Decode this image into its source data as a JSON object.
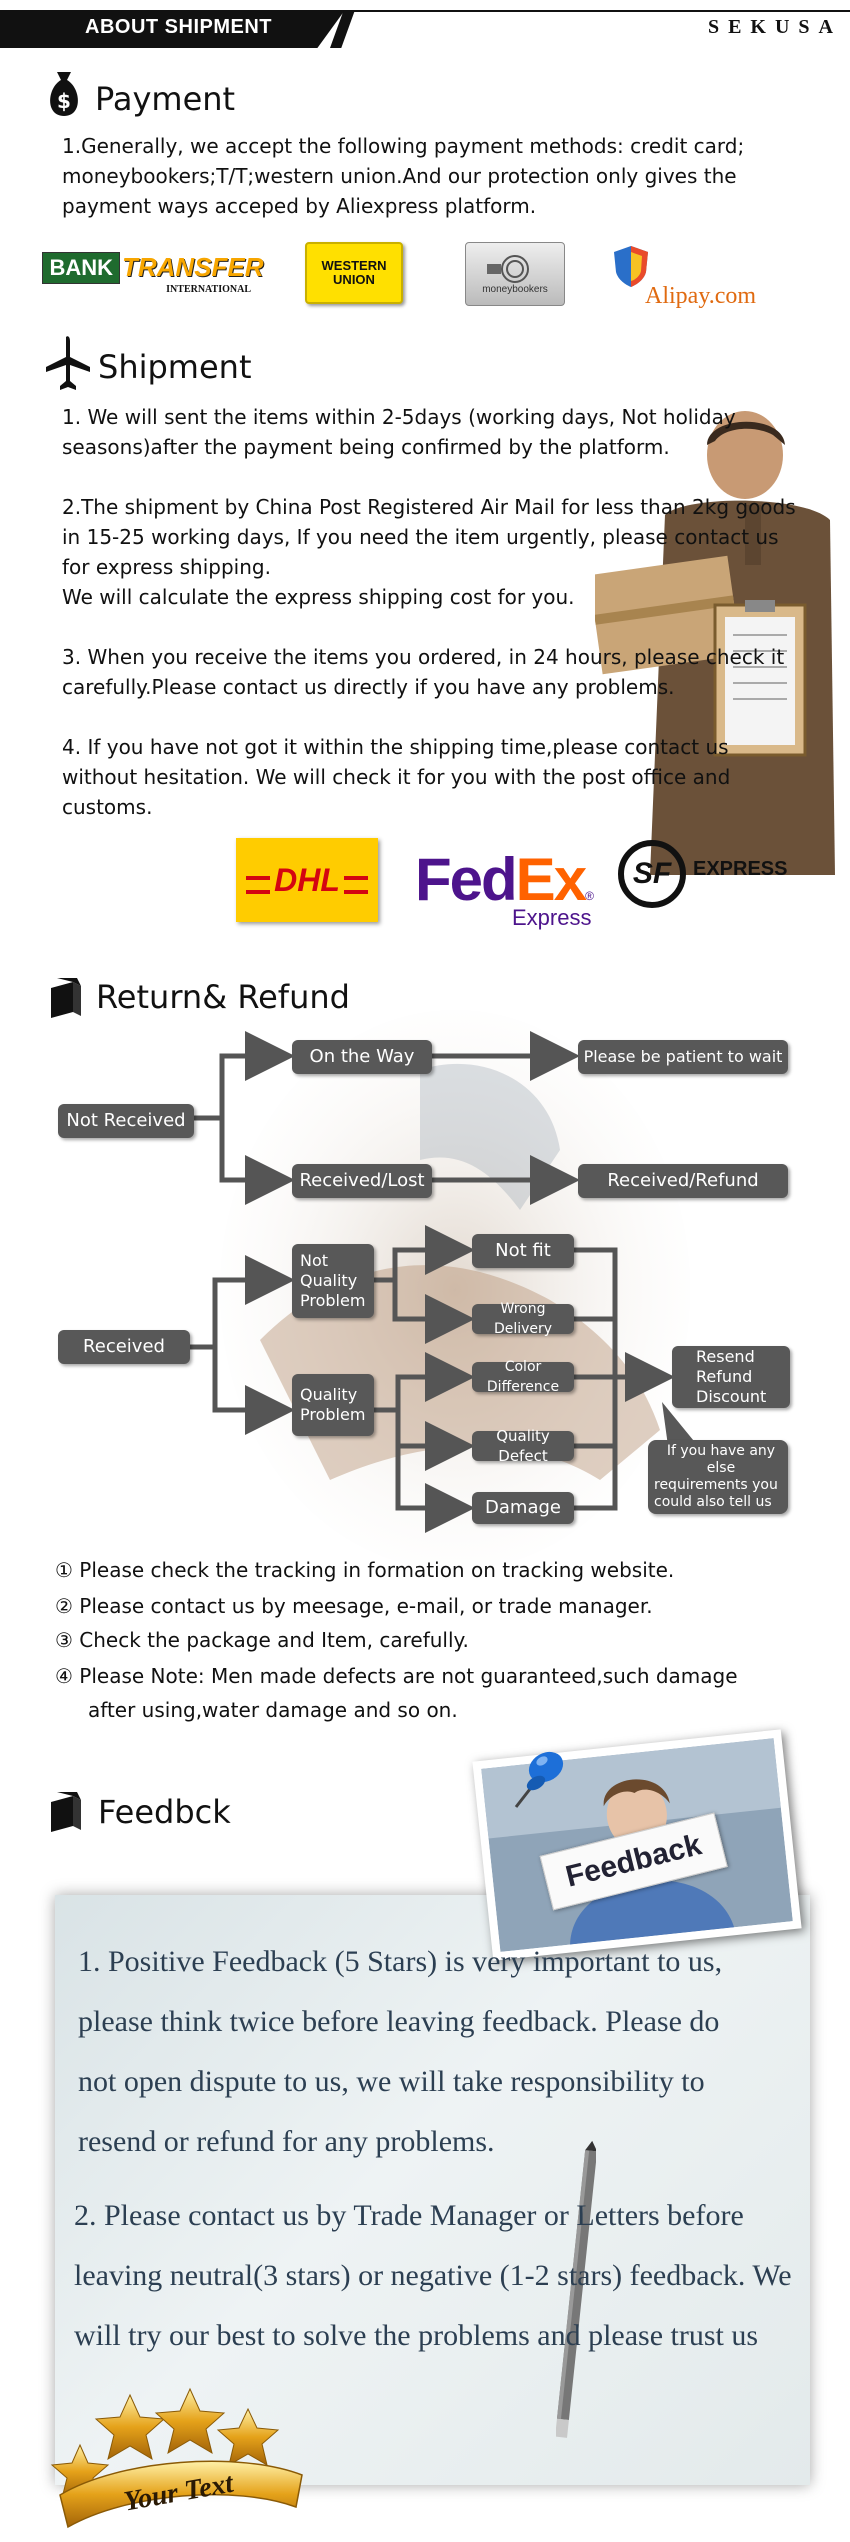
{
  "header": {
    "title": "ABOUT SHIPMENT",
    "brand": "SEKUSA"
  },
  "payment": {
    "title": "Payment",
    "text": "1.Generally, we accept the following payment methods: credit card; moneybookers;T/T;western union.And our protection only gives the payment ways acceped by Aliexpress platform.",
    "logos": {
      "bank": "BANK",
      "bank2": "TRANSFER",
      "bank_sub": "INTERNATIONAL",
      "wu1": "WESTERN",
      "wu2": "UNION",
      "mb": "moneybookers",
      "alipay": "Alipay.com"
    }
  },
  "shipment": {
    "title": "Shipment",
    "p1": "1. We will sent the items within 2-5days (working days, Not holiday seasons)after the payment being confirmed by the platform.",
    "p2": "2.The shipment by China Post Registered Air Mail for less than  2kg goods in 15-25 working days, If  you need the item urgently, please contact us for express shipping.",
    "p2b": "We will calculate the express shipping cost for you.",
    "p3": "3. When you receive the items you ordered, in 24 hours, please check  it carefully.Please contact us directly if you have any problems.",
    "p4": "4. If you have not got it within the shipping time,please contact us without hesitation. We will check it for you with the post office and customs.",
    "carriers": {
      "dhl": "DHL",
      "fed": "Fed",
      "ex": "Ex",
      "express": "Express",
      "sf": "SF",
      "sf_express": "EXPRESS"
    }
  },
  "refund": {
    "title": "Return& Refund",
    "nodes": {
      "not_received": "Not Received",
      "on_the_way": "On the Way",
      "patient": "Please be patient to wait",
      "received_lost": "Received/Lost",
      "received_refund": "Received/Refund",
      "received": "Received",
      "nqp1": "Not",
      "nqp2": "Quality",
      "nqp3": "Problem",
      "not_fit": "Not fit",
      "wrong_delivery": "Wrong Delivery",
      "qp1": "Quality",
      "qp2": "Problem",
      "color_difference": "Color Difference",
      "quality_defect": "Quality Defect",
      "damage": "Damage",
      "r1": "Resend",
      "r2": "Refund",
      "r3": "Discount",
      "else1": "If you have any else",
      "else2": "requirements you",
      "else3": "could also tell us"
    },
    "notes": [
      "① Please check the tracking in formation on tracking website.",
      "② Please contact us by meesage, e-mail, or trade manager.",
      "③ Check the package and Item, carefully.",
      "④ Please Note: Men made defects  are not guaranteed,such damage",
      "after using,water damage and so on."
    ]
  },
  "feedback": {
    "title": "Feedbck",
    "sign": "Feedback",
    "p1": [
      "1. Positive Feedback (5 Stars) is very important to us,",
      "please think twice before leaving feedback. Please do",
      "not open dispute to us,   we will take responsibility to",
      "resend or refund for any problems."
    ],
    "p2": [
      "2. Please contact us by Trade Manager or Letters before",
      "leaving neutral(3 stars) or negative (1-2 stars) feedback. We",
      "will try our best to solve the problems and please trust us"
    ],
    "badge": "Your Text"
  },
  "colors": {
    "node": "#585858",
    "dhl_yellow": "#ffcc00",
    "dhl_red": "#d40511",
    "fedex_purple": "#4d148c",
    "fedex_orange": "#ff6200",
    "feedback_text": "#2c3f52"
  }
}
